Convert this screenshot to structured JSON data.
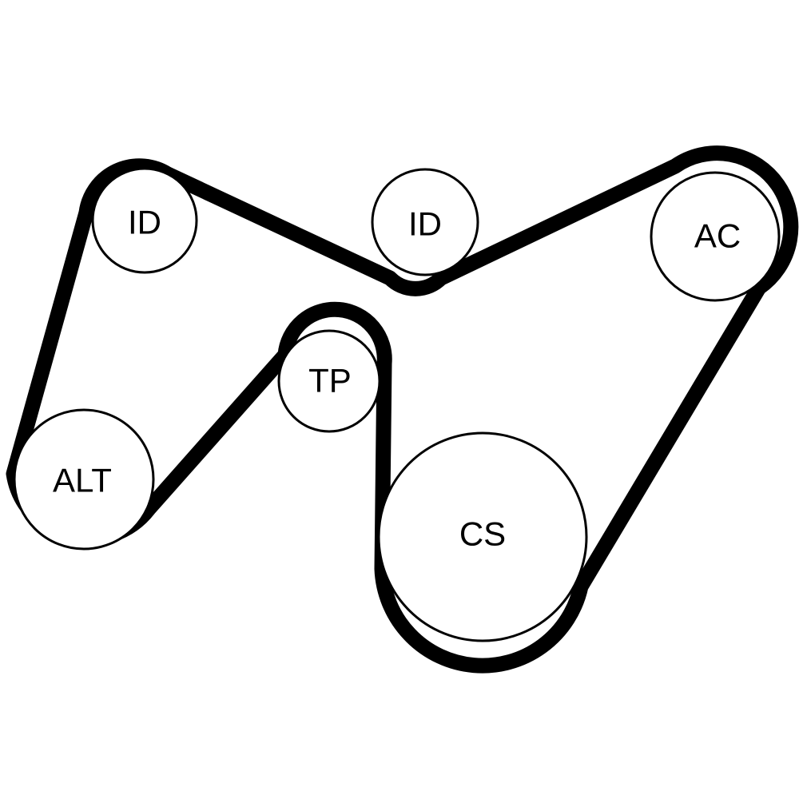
{
  "diagram": {
    "colors": {
      "belt": "#000000",
      "pulley_fill": "#ffffff",
      "pulley_stroke": "#000000",
      "background": "#ffffff"
    },
    "pulleys": {
      "id_left": {
        "label": "ID"
      },
      "id_center": {
        "label": "ID"
      },
      "ac": {
        "label": "AC"
      },
      "tp": {
        "label": "TP"
      },
      "alt": {
        "label": "ALT"
      },
      "cs": {
        "label": "CS"
      }
    }
  }
}
